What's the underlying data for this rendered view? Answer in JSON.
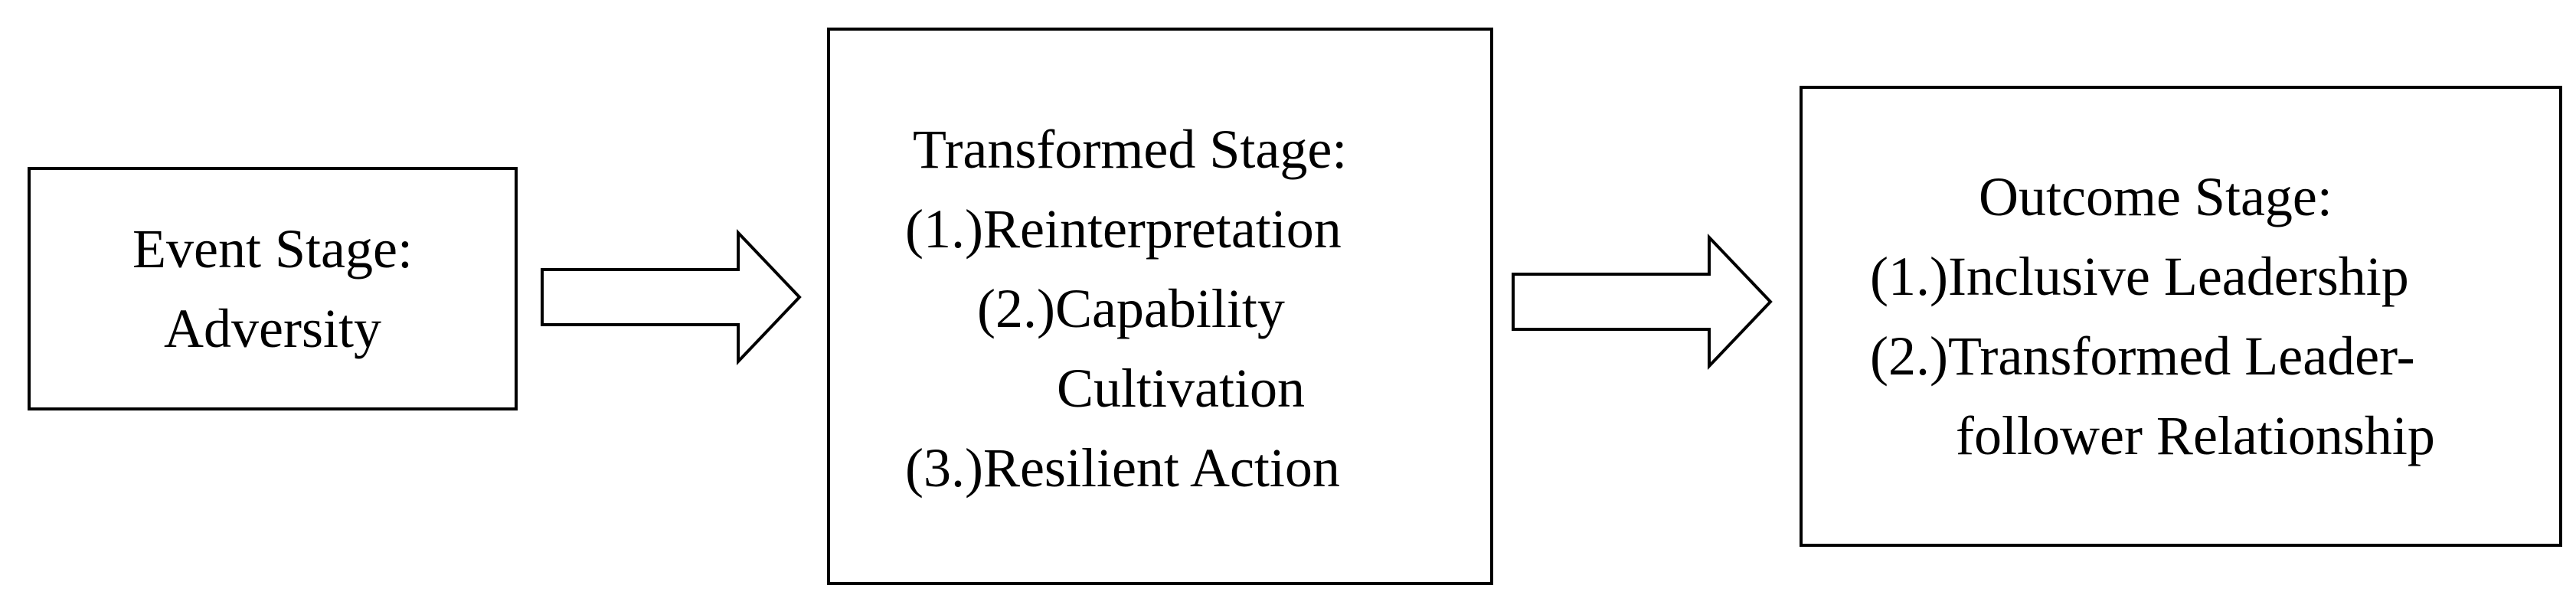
{
  "event_stage": {
    "title": "Event Stage:",
    "item": "Adversity"
  },
  "transformed_stage": {
    "title": "Transformed Stage:",
    "items": [
      "(1.)Reinterpretation",
      "(2.)Capability",
      "Cultivation",
      "(3.)Resilient Action"
    ]
  },
  "outcome_stage": {
    "title": "Outcome Stage:",
    "items": [
      "(1.)Inclusive Leadership",
      "(2.)Transformed Leader-",
      "follower Relationship"
    ]
  },
  "colors": {
    "stroke": "#000000",
    "fill": "#ffffff"
  }
}
